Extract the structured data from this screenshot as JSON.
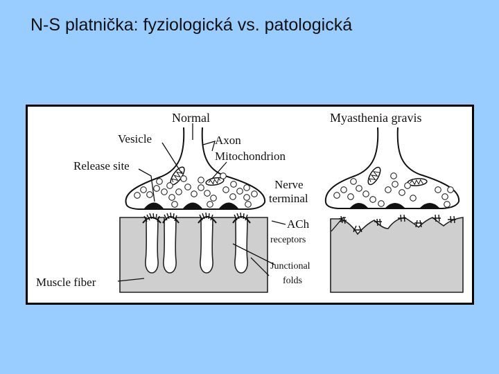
{
  "slide": {
    "title": "N-S platnička: fyziologická vs. patologická"
  },
  "figure": {
    "panel_titles": {
      "normal": "Normal",
      "pathologic": "Myasthenia gravis"
    },
    "labels": {
      "vesicle": "Vesicle",
      "axon": "Axon",
      "mitochondrion": "Mitochondrion",
      "release_site": "Release site",
      "nerve_terminal_line1": "Nerve",
      "nerve_terminal_line2": "terminal",
      "ach_receptors_line1": "ACh",
      "ach_receptors_line2": "receptors",
      "junctional_folds_line1": "Junctional",
      "junctional_folds_line2": "folds",
      "muscle_fiber": "Muscle fiber"
    }
  }
}
